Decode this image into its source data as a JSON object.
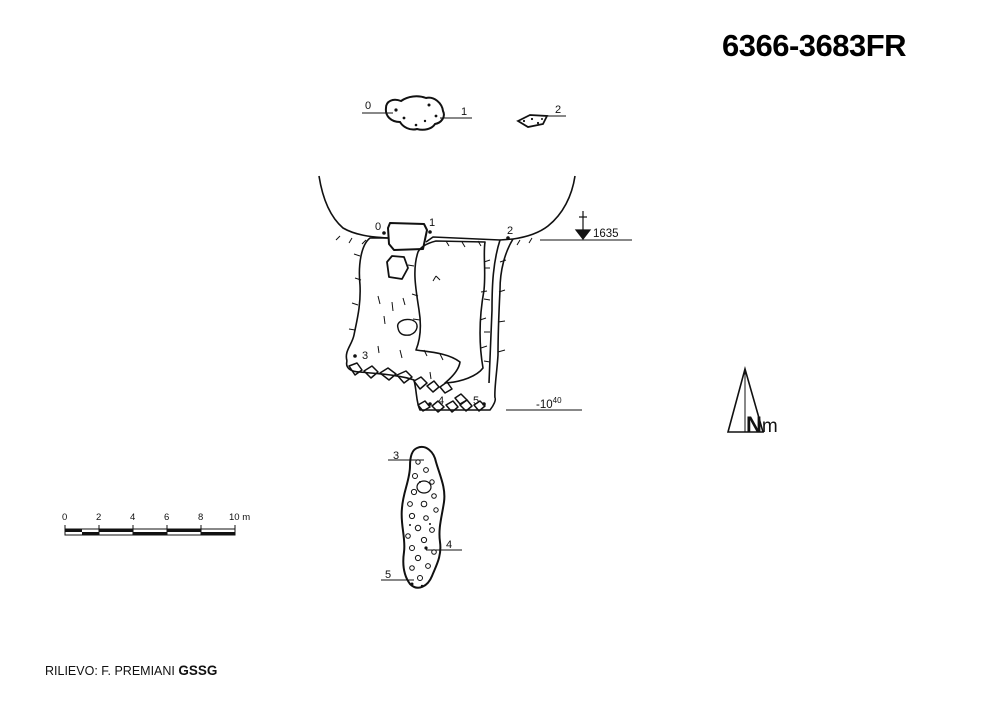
{
  "cave_id": "6366-3683FR",
  "credit": {
    "prefix": "RILIEVO: F. PREMIANI",
    "group": "GSSG"
  },
  "plan_stations": [
    "0",
    "1",
    "2"
  ],
  "section_stations": [
    "0",
    "1",
    "2",
    "3",
    "4",
    "5"
  ],
  "lower_plan_stations": [
    "3",
    "4",
    "5"
  ],
  "entrance_altitude": "1635",
  "depth": {
    "value": "-10",
    "decimal": "40"
  },
  "north": {
    "letter": "N",
    "suffix": "m"
  },
  "scale": {
    "ticks": [
      "0",
      "2",
      "4",
      "6",
      "8",
      "10 m"
    ]
  }
}
